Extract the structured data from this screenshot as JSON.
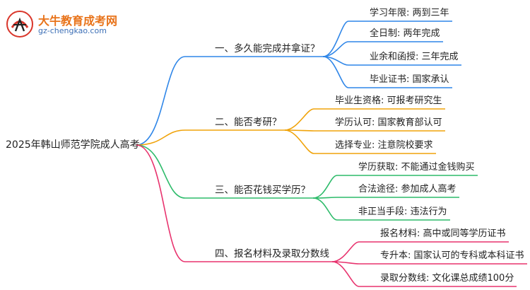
{
  "logo": {
    "name": "大牛教育成考网",
    "url": "gz-chengkao.com"
  },
  "root": {
    "label": "2025年韩山师范学院成人高考"
  },
  "branches": [
    {
      "label": "一、多久能完成并拿证？",
      "color": "#2f86e8",
      "leaves": [
        "学习年限: 两到三年",
        "全日制: 两年完成",
        "业余和函授: 三年完成",
        "毕业证书: 国家承认"
      ]
    },
    {
      "label": "二、能否考研？",
      "color": "#f0a30a",
      "leaves": [
        "毕业生资格: 可报考研究生",
        "学历认可: 国家教育部认可",
        "选择专业: 注意院校要求"
      ]
    },
    {
      "label": "三、能否花钱买学历？",
      "color": "#2dbb6a",
      "leaves": [
        "学历获取: 不能通过金钱购买",
        "合法途径: 参加成人高考",
        "非正当手段: 违法行为"
      ]
    },
    {
      "label": "四、报名材料及录取分数线",
      "color": "#e8336e",
      "leaves": [
        "报名材料: 高中或同等学历证书",
        "专升本: 国家认可的专科或本科证书",
        "录取分数线: 文化课总成绩100分"
      ]
    }
  ]
}
